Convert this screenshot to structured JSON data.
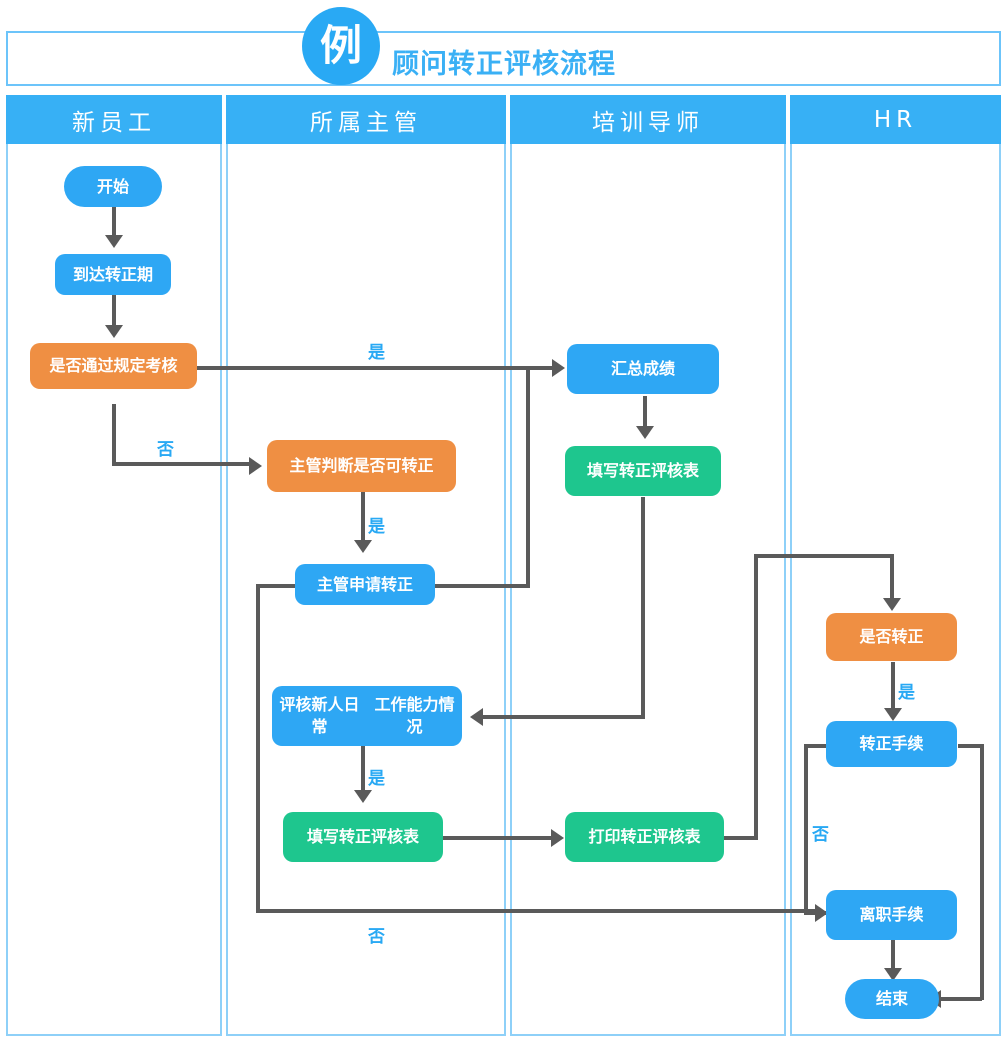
{
  "title": {
    "badge": "例",
    "text": "顾问转正评核流程"
  },
  "colors": {
    "blue": "#2ea7f4",
    "orange": "#ef8f43",
    "green": "#1ec68e",
    "lane_header": "#37b0f5",
    "lane_border": "#8ed0f8",
    "connector": "#5a5a5a",
    "label": "#29a9f4"
  },
  "lanes": [
    {
      "label": "新员工"
    },
    {
      "label": "所属主管"
    },
    {
      "label": "培训导师"
    },
    {
      "label": "HR"
    }
  ],
  "nodes": [
    {
      "id": "start",
      "lane": 0,
      "label": "开始",
      "shape": "pill",
      "color": "blue"
    },
    {
      "id": "arrive",
      "lane": 0,
      "label": "到达转正期",
      "shape": "rect",
      "color": "blue"
    },
    {
      "id": "pass-exam",
      "lane": 0,
      "label": "是否通过规定考核",
      "shape": "decision",
      "color": "orange"
    },
    {
      "id": "mgr-judge",
      "lane": 1,
      "label": "主管判断是否可转正",
      "shape": "decision",
      "color": "orange"
    },
    {
      "id": "mgr-apply",
      "lane": 1,
      "label": "主管申请转正",
      "shape": "rect",
      "color": "blue"
    },
    {
      "id": "eval-daily",
      "lane": 1,
      "label": "评核新人日常\n工作能力情况",
      "shape": "rect",
      "color": "blue"
    },
    {
      "id": "mgr-fill",
      "lane": 1,
      "label": "填写转正评核表",
      "shape": "rect",
      "color": "green"
    },
    {
      "id": "sum-score",
      "lane": 2,
      "label": "汇总成绩",
      "shape": "rect",
      "color": "blue"
    },
    {
      "id": "tutor-fill",
      "lane": 2,
      "label": "填写转正评核表",
      "shape": "rect",
      "color": "green"
    },
    {
      "id": "print-form",
      "lane": 2,
      "label": "打印转正评核表",
      "shape": "rect",
      "color": "green"
    },
    {
      "id": "hr-decide",
      "lane": 3,
      "label": "是否转正",
      "shape": "decision",
      "color": "orange"
    },
    {
      "id": "regular-proc",
      "lane": 3,
      "label": "转正手续",
      "shape": "rect",
      "color": "blue"
    },
    {
      "id": "leave-proc",
      "lane": 3,
      "label": "离职手续",
      "shape": "rect",
      "color": "blue"
    },
    {
      "id": "end",
      "lane": 3,
      "label": "结束",
      "shape": "pill",
      "color": "blue"
    }
  ],
  "edge_labels": [
    {
      "id": "yes-exam-to-sum",
      "text": "是"
    },
    {
      "id": "no-exam-to-mgrjudge",
      "text": "否"
    },
    {
      "id": "yes-mgrjudge-to-apply",
      "text": "是"
    },
    {
      "id": "yes-eval-to-fill",
      "text": "是"
    },
    {
      "id": "yes-hrdecide-to-proc",
      "text": "是"
    },
    {
      "id": "no-proc-to-leave",
      "text": "否"
    },
    {
      "id": "no-mgrfill-loop",
      "text": "否"
    }
  ]
}
